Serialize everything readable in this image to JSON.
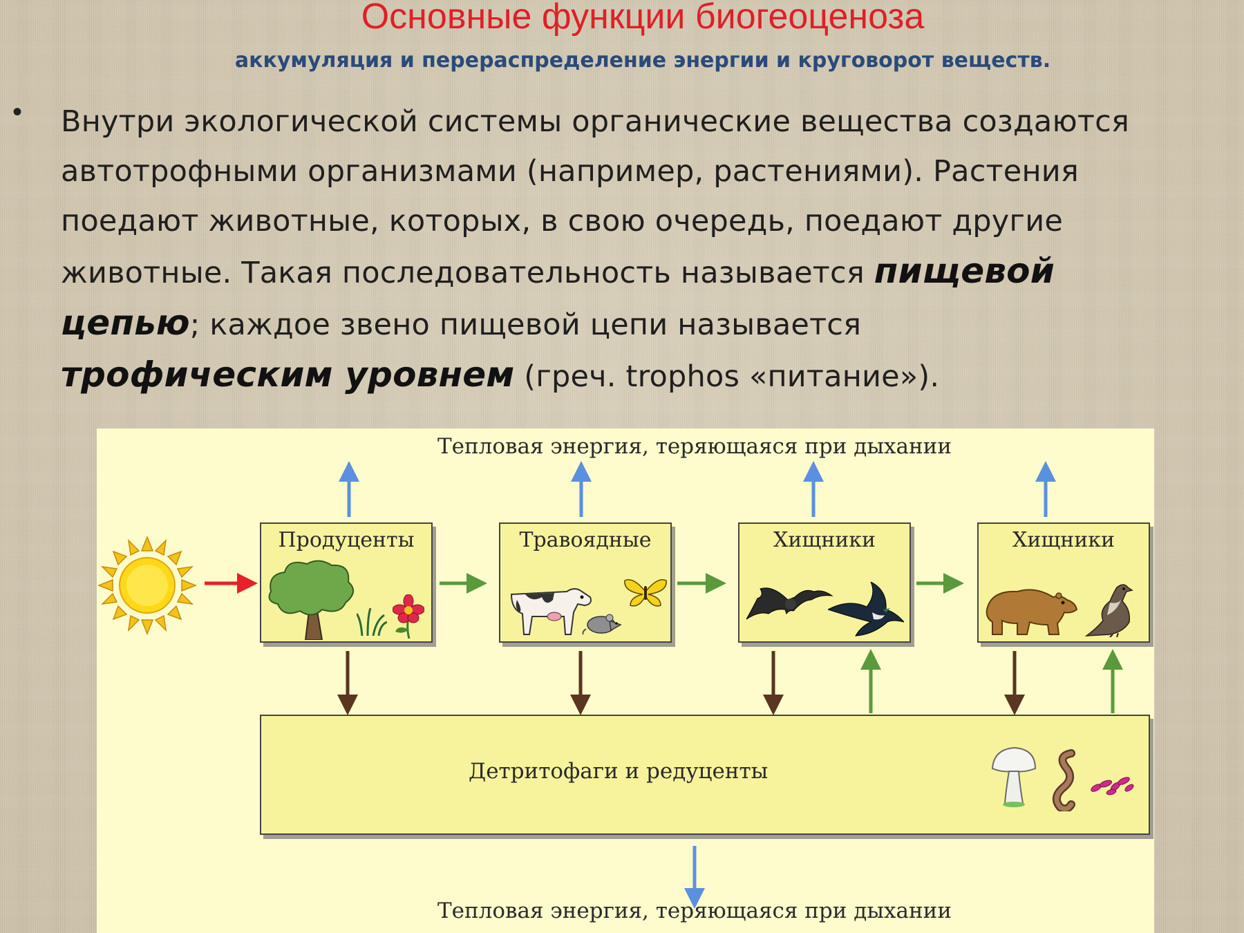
{
  "title": "Основные функции биогеоценоза",
  "subtitle": "аккумуляция и перераспределение энергии и круговорот веществ.",
  "bullet": "•",
  "paragraph": {
    "l1": "Внутри экологической системы органические вещества создаются",
    "l2": "автотрофными организмами (например, растениями). Растения",
    "l3": "поедают животные, которых, в свою очередь, поедают другие",
    "l4a": "животные. Такая последовательность называется ",
    "l4b": "пищевой",
    "l5a": "цепью",
    "l5b": "; каждое звено пищевой цепи называется",
    "l6a": "трофическим уровнем",
    "l6b": " (греч. trophos «питание»)."
  },
  "diagram": {
    "heat_top": "Тепловая энергия, теряющаяся при дыхании",
    "heat_bottom": "Тепловая энергия, теряющаяся при дыхании",
    "boxes": [
      "Продуценты",
      "Травоядные",
      "Хищники",
      "Хищники"
    ],
    "decomposers": "Детритофаги и редуценты",
    "colors": {
      "heat_arrow": "#5b8fe0",
      "flow_arrow": "#5a9a3c",
      "detritus_arrow": "#5a3520",
      "sun_arrow": "#e8202a",
      "box_fill": "#f7f39c",
      "panel_fill": "#fefccc"
    },
    "icons": [
      "sun-icon",
      "tree-icon",
      "grass-icon",
      "flower-icon",
      "cow-icon",
      "mouse-icon",
      "butterfly-icon",
      "bat-icon",
      "swallow-icon",
      "bear-icon",
      "vulture-icon",
      "mushroom-icon",
      "worm-icon",
      "bacteria-icon"
    ]
  }
}
